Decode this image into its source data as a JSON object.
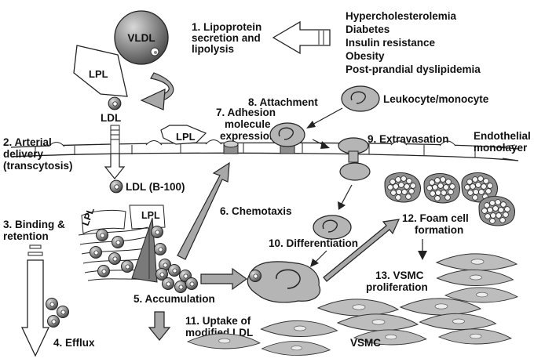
{
  "colors": {
    "background": "#ffffff",
    "vldl": "#7f7f7f",
    "lipoprotein": "#8c8c8c",
    "arrow_fill": "#a8a8a8",
    "outline": "#222222",
    "cell": "#b5b5b5"
  },
  "labels": {
    "vldl": "VLDL",
    "lpl_main": "LPL",
    "ldl": "LDL",
    "step1_line1": "1. Lipoprotein",
    "step1_line2": "secretion and",
    "step1_line3": "lipolysis",
    "risk_factors": [
      "Hypercholesterolemia",
      "Diabetes",
      "Insulin resistance",
      "Obesity",
      "Post-prandial dyslipidemia"
    ],
    "step2_line1": "2. Arterial",
    "step2_line2": "delivery",
    "step2_line3": "(transcytosis)",
    "ldl_b100": "LDL (B-100)",
    "step3_line1": "3. Binding &",
    "step3_line2": "retention",
    "step4": "4. Efflux",
    "step5": "5. Accumulation",
    "step6": "6. Chemotaxis",
    "step7_line1": "7. Adhesion",
    "step7_line2": "molecule",
    "step7_line3": "expression",
    "step8": "8. Attachment",
    "leukocyte": "Leukocyte/monocyte",
    "step9": "9. Extravasation",
    "endothelial_line1": "Endothelial",
    "endothelial_line2": "monolayer",
    "step10": "10. Differentiation",
    "step11_line1": "11. Uptake of",
    "step11_line2": "modified LDL",
    "step12_line1": "12. Foam cell",
    "step12_line2": "formation",
    "step13_line1": "13. VSMC",
    "step13_line2": "proliferation",
    "vsmc": "VSMC",
    "lpl_endothelium": "LPL",
    "lpl_matrix_1": "LPL",
    "lpl_matrix_2": "LPL"
  }
}
